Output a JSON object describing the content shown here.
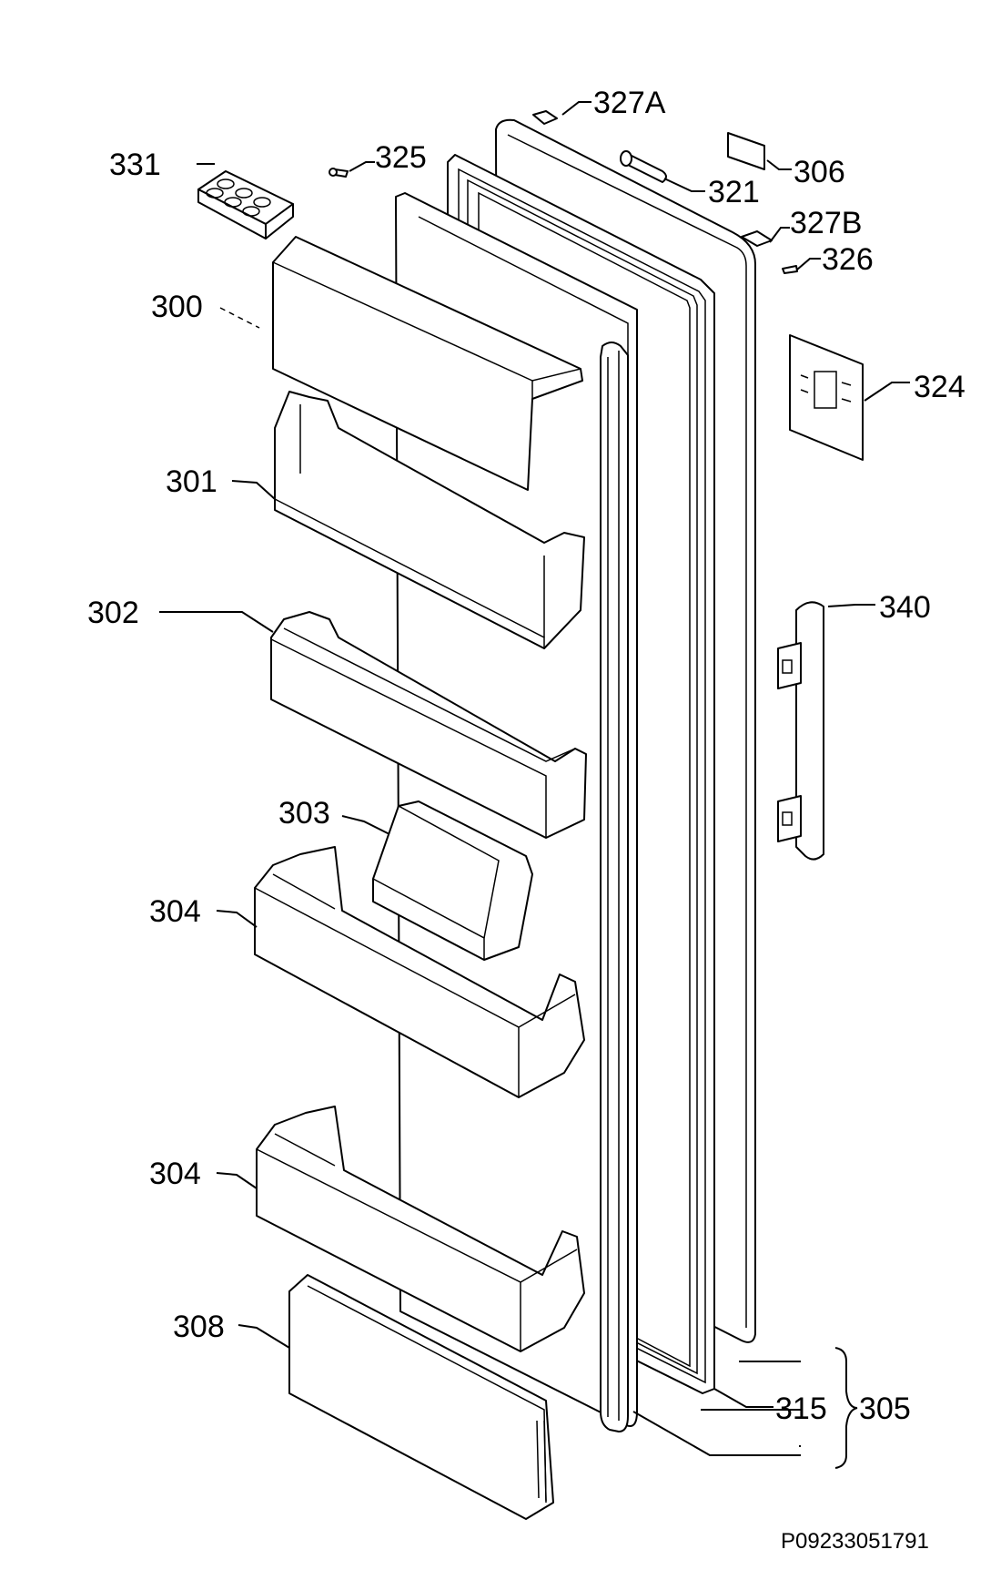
{
  "labels": {
    "p327A": "327A",
    "p306": "306",
    "p331": "331",
    "p325": "325",
    "p321": "321",
    "p327B": "327B",
    "p326": "326",
    "p300": "300",
    "p324": "324",
    "p301": "301",
    "p302": "302",
    "p340": "340",
    "p303": "303",
    "p304a": "304",
    "p304b": "304",
    "p308": "308",
    "p315": "315",
    "p305": "305"
  },
  "drawing_code": "P09233051791"
}
